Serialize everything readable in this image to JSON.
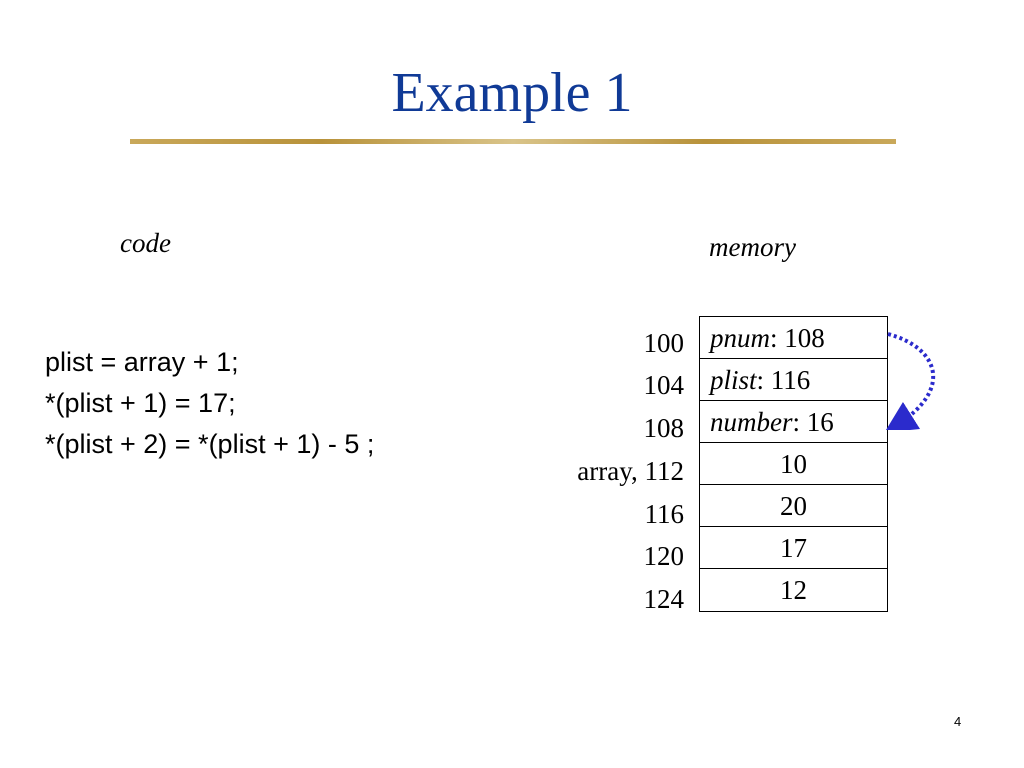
{
  "slide": {
    "title": "Example 1",
    "page_number": "4"
  },
  "code": {
    "heading": "code",
    "lines": [
      "plist = array + 1;",
      "*(plist + 1) = 17;",
      "*(plist + 2) = *(plist + 1) - 5 ;"
    ]
  },
  "memory": {
    "heading": "memory",
    "addresses": [
      "100",
      "104",
      "108",
      "array, 112",
      "116",
      "120",
      "124"
    ],
    "cells": [
      {
        "name": "pnum",
        "sep": ": ",
        "value": "108"
      },
      {
        "name": "plist",
        "sep": ": ",
        "value": "116"
      },
      {
        "name": "number",
        "sep": ": ",
        "value": "16"
      },
      {
        "value": "10"
      },
      {
        "value": "20"
      },
      {
        "value": "17"
      },
      {
        "value": "12"
      }
    ]
  },
  "colors": {
    "title": "#103a96",
    "arrow": "#2b2bcc",
    "rule": "#b8923a"
  }
}
